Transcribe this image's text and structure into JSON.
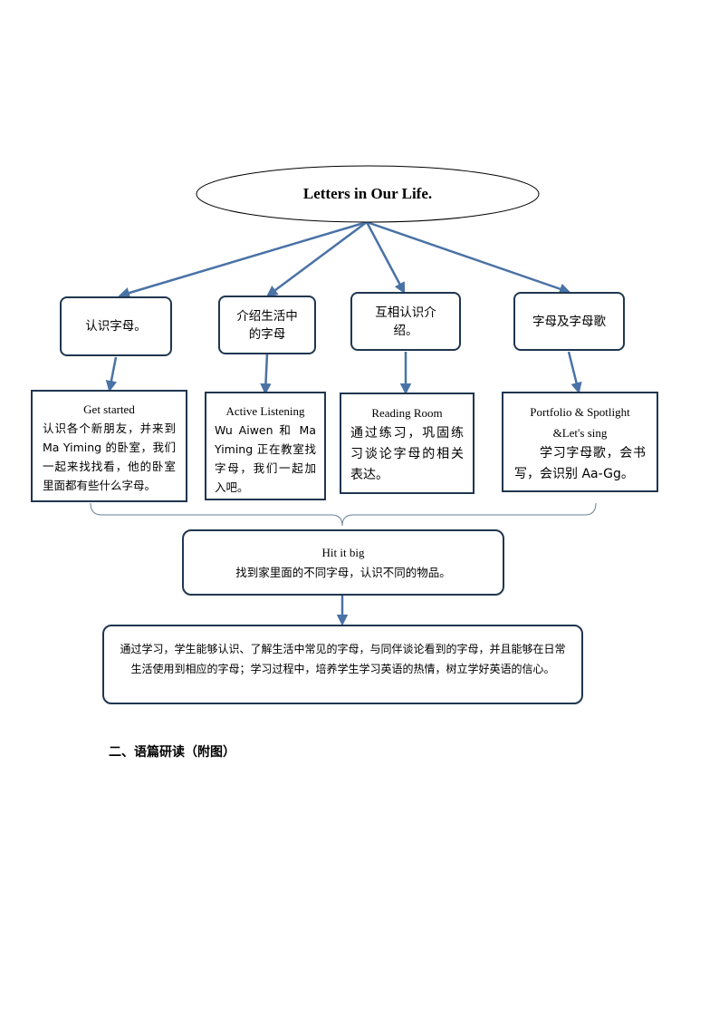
{
  "diagram": {
    "title": "Letters in Our Life.",
    "topics": [
      "认识字母。",
      "介绍生活中的字母",
      "互相认识介绍。",
      "字母及字母歌"
    ],
    "details": [
      {
        "heading": "Get started",
        "body": "认识各个新朋友，并来到 Ma Yiming 的卧室，我们一起来找找看，他的卧室里面都有些什么字母。"
      },
      {
        "heading": "Active Listening",
        "body": "Wu Aiwen 和 Ma Yiming 正在教室找字母，我们一起加入吧。"
      },
      {
        "heading": "Reading Room",
        "body": "通过练习，巩固练习谈论字母的相关表达。"
      },
      {
        "heading": "Portfolio & Spotlight &Let's sing",
        "body": "学习字母歌，会书写，会识别 Aa-Gg。"
      }
    ],
    "summary_box": {
      "heading": "Hit it big",
      "body": "找到家里面的不同字母，认识不同的物品。"
    },
    "goal_box": "通过学习，学生能够认识、了解生活中常见的字母，与同伴谈论看到的字母，并且能够在日常生活使用到相应的字母；学习过程中，培养学生学习英语的热情，树立学好英语的信心。"
  },
  "section_heading": "二、语篇研读（附图）",
  "colors": {
    "arrow": "#4a72a6",
    "border": "#1f3650"
  }
}
